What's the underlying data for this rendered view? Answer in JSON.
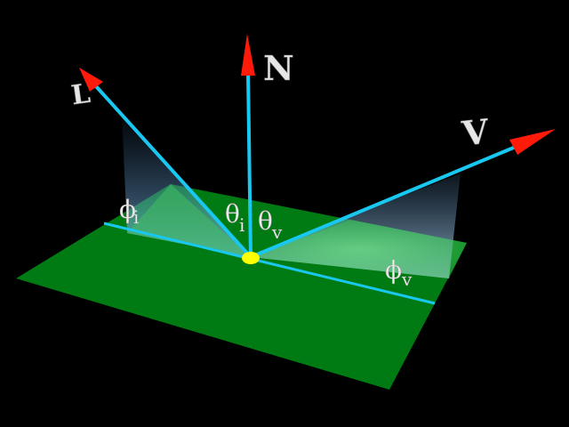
{
  "vectors": {
    "normal_label": "N",
    "light_label": "L",
    "view_label": "V"
  },
  "angles": {
    "theta_i": {
      "symbol": "θ",
      "subscript": "i"
    },
    "theta_v": {
      "symbol": "θ",
      "subscript": "v"
    },
    "phi_i": {
      "symbol": "ϕ",
      "subscript": "i"
    },
    "phi_v": {
      "symbol": "ϕ",
      "subscript": "v"
    }
  },
  "colors": {
    "background": "#000000",
    "surface": "#007a12",
    "vector_shaft": "#19c8f0",
    "arrow_head": "#ff1a0a",
    "origin_point": "#ffff00",
    "label_fill": "#e6e6e6"
  }
}
